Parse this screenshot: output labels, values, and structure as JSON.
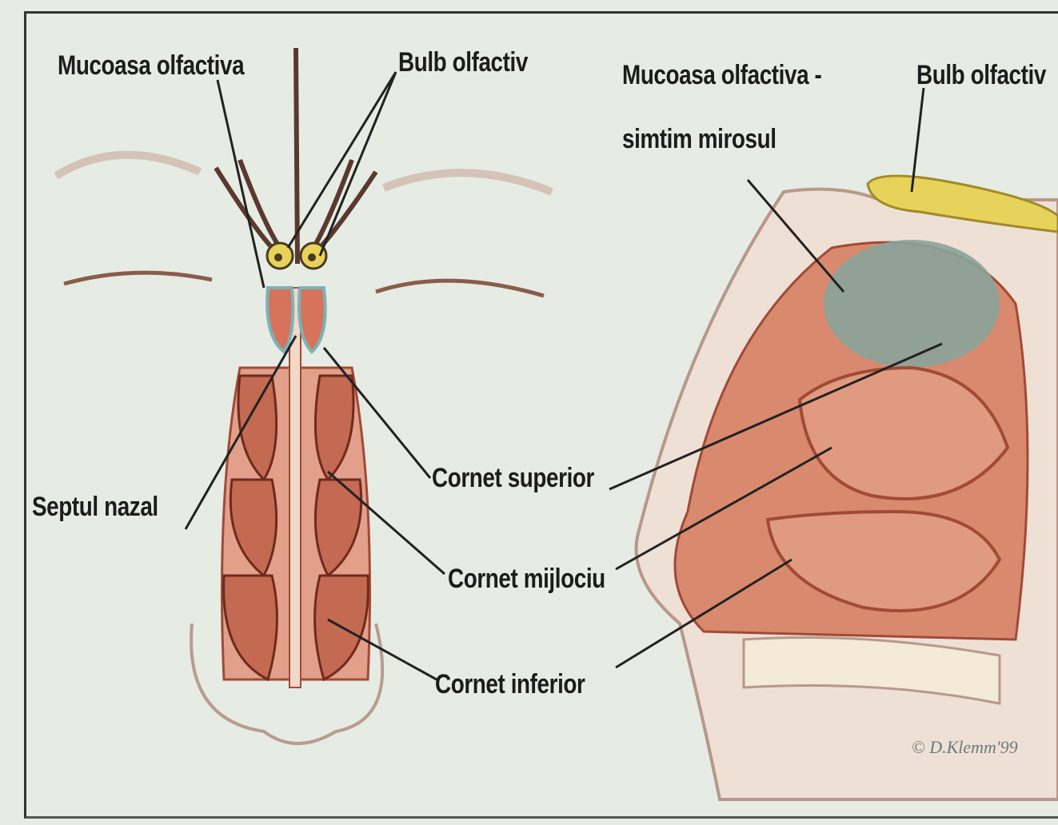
{
  "labels": {
    "left_mucosa": "Mucoasa olfactiva",
    "left_bulb": "Bulb olfactiv",
    "septum": "Septul nazal",
    "cornet_superior": "Cornet superior",
    "cornet_mijlociu": "Cornet mijlociu",
    "cornet_inferior": "Cornet inferior",
    "right_mucosa_line1": "Mucoasa olfactiva -",
    "right_mucosa_line2": "simtim mirosul",
    "right_bulb": "Bulb olfactiv"
  },
  "copyright": "© D.Klemm'99",
  "colors": {
    "background": "#e6ece4",
    "tissue": "#d98a6e",
    "tissue_dark": "#b4553e",
    "mucosa": "#8aa39a",
    "bulb": "#e8d35a",
    "line": "#222222"
  }
}
